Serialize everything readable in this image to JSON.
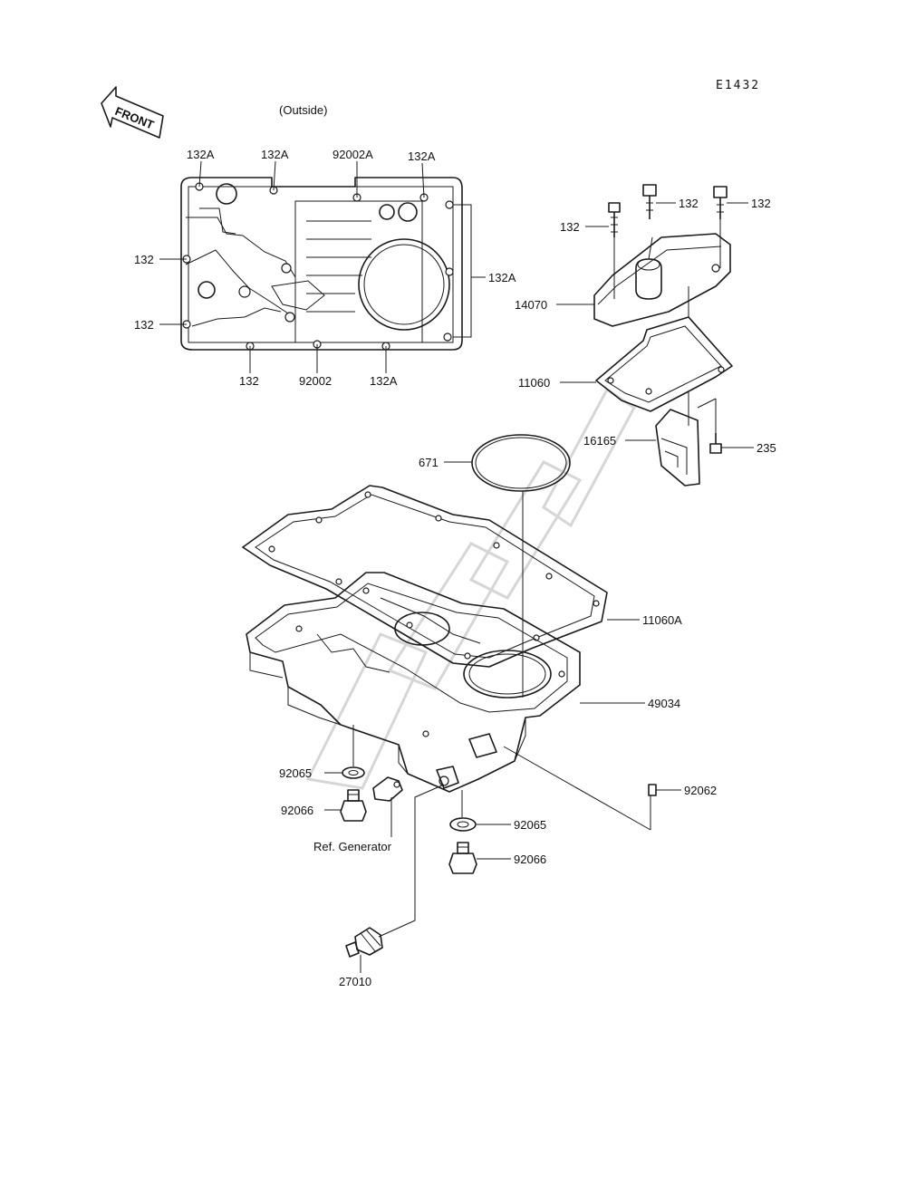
{
  "diagram_code": "E1432",
  "front_label": "FRONT",
  "outside_label": "(Outside)",
  "ref_label": "Ref. Generator",
  "callouts": {
    "top_132a_1": "132A",
    "top_132a_2": "132A",
    "top_92002a": "92002A",
    "top_132a_3": "132A",
    "left_132_1": "132",
    "right_132a": "132A",
    "left_132_2": "132",
    "bot_132": "132",
    "bot_92002": "92002",
    "bot_132a": "132A",
    "bolt_132_a": "132",
    "bolt_132_b": "132",
    "bolt_132_c": "132",
    "cover_14070": "14070",
    "gasket_11060": "11060",
    "plate_16165": "16165",
    "bolt_235": "235",
    "oring_671": "671",
    "gasket_11060a": "11060A",
    "pan_49034": "49034",
    "washer_92065_l": "92065",
    "plug_92066_l": "92066",
    "pin_92062": "92062",
    "washer_92065_r": "92065",
    "plug_92066_r": "92066",
    "switch_27010": "27010"
  }
}
